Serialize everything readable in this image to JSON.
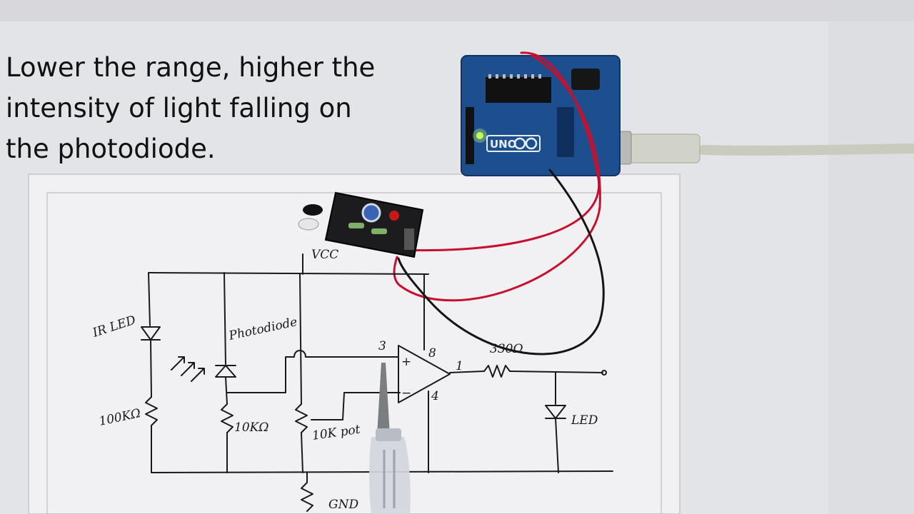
{
  "caption": {
    "lines": [
      "Lower the range, higher the",
      "intensity of light falling on",
      "the photodiode."
    ]
  },
  "schematic_labels": {
    "vcc": "VCC",
    "gnd": "GND",
    "ir_led": "IR LED",
    "photodiode": "Photodiode",
    "r_ir": "100KΩ",
    "r_pd": "10KΩ",
    "pot": "10K pot",
    "r_led": "330Ω",
    "led": "LED",
    "pin3": "3",
    "pin8": "8",
    "pin1": "1",
    "pin4": "4",
    "plus": "+",
    "minus": "−"
  },
  "arduino": {
    "logo_text": "UNO"
  },
  "colors": {
    "board_blue": "#1d4f8f",
    "sensor_pcb": "#1c1c1e",
    "wire_red": "#c8102e",
    "wire_black": "#151515",
    "paper": "#f1f1f3",
    "ink": "#1a1a1a"
  }
}
